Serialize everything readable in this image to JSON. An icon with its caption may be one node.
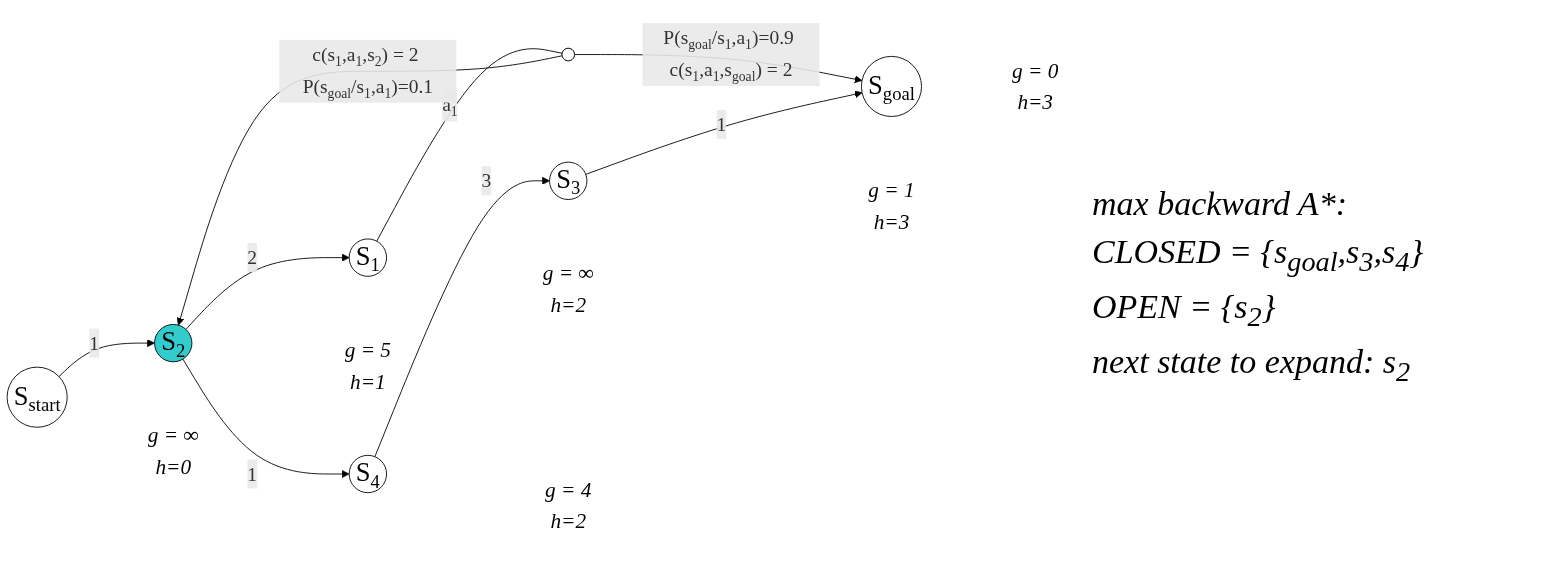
{
  "diagram": {
    "nodes": [
      {
        "text": [
          "S$_{start}$"
        ],
        "beside": [
          "g = ∞",
          "h=0"
        ]
      },
      {
        "text": [
          "S$_{2}$"
        ],
        "beside": [
          "g = 5",
          "h=1"
        ]
      },
      {
        "text": [
          "S$_{1}$"
        ],
        "beside": [
          "g = ∞",
          "h=2"
        ]
      },
      {
        "text": [],
        "shape": "circle"
      },
      {
        "text": [
          "S$_{4}$"
        ],
        "beside": [
          "g = 4",
          "h=2"
        ]
      },
      {
        "text": [
          "S$_{3}$"
        ],
        "beside": [
          "g = 1",
          "h=3"
        ]
      },
      {
        "text": [
          "S$_{goal}$"
        ],
        "beside": [
          "g = 0",
          "h=3"
        ]
      }
    ],
    "edges": [
      {
        "from": 0,
        "to": 1,
        "arrow": "to",
        "label": "1"
      },
      {
        "from": 1,
        "to": 2,
        "arrow": "to",
        "label": "2"
      },
      {
        "from": 2,
        "to": 3,
        "arrow": "none",
        "label": "a$_{1}$"
      },
      {
        "from": 3,
        "to": 6,
        "arrow": "to",
        "label": "P(s$_{goal}$/s$_{1}$,a$_{1}$)=0.9 c(s$_{1}$,a$_{1}$,s$_{goal}$) = 2"
      },
      {
        "from": 3,
        "to": 1,
        "arrow": "to",
        "label": "c(s$_{1}$,a$_{1}$,s$_{2}$) = 2 P(s$_{goal}$/s$_{1}$,a$_{1}$)=0.1"
      },
      {
        "from": 1,
        "to": 4,
        "arrow": "to",
        "label": "1"
      },
      {
        "from": 4,
        "to": 5,
        "arrow": "to",
        "label": "3"
      },
      {
        "from": 5,
        "to": 6,
        "arrow": "to",
        "label": "1"
      }
    ],
    "labels": [
      "max backward A*:",
      "CLOSED = {s$_{goal}$,s$_{3}$,s$_{4}$}",
      "OPEN = {s$_{2}$}",
      "next state to expand: s$_{2}$"
    ]
  }
}
